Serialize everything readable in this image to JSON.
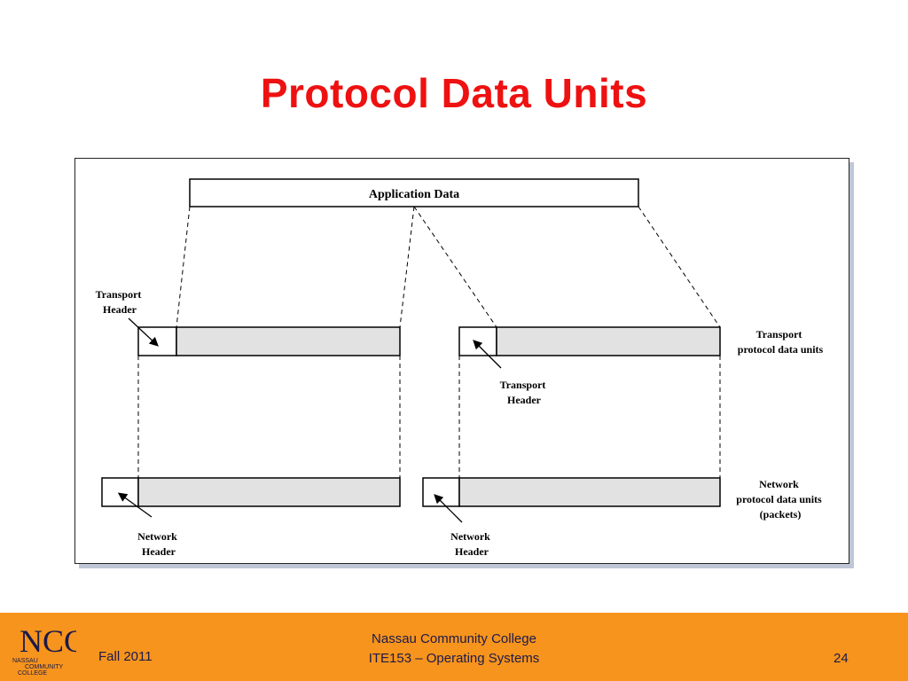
{
  "slide": {
    "title": "Protocol Data Units"
  },
  "diagram": {
    "application_data": "Application Data",
    "transport_header_left": [
      "Transport",
      "Header"
    ],
    "transport_header_right": [
      "Transport",
      "Header"
    ],
    "transport_pdu_label": [
      "Transport",
      "protocol data units"
    ],
    "network_header_left": [
      "Network",
      "Header"
    ],
    "network_header_right": [
      "Network",
      "Header"
    ],
    "network_pdu_label": [
      "Network",
      "protocol data units",
      "(packets)"
    ]
  },
  "footer": {
    "college": "Nassau Community College",
    "course": "ITE153 – Operating Systems",
    "term": "Fall 2011",
    "page": "24",
    "logo_monogram": "NCC",
    "logo_text": [
      "NASSAU",
      "COMMUNITY",
      "COLLEGE"
    ]
  },
  "colors": {
    "title": "#ee1111",
    "footer_bg": "#f7941d",
    "payload_fill": "#e2e2e2"
  }
}
